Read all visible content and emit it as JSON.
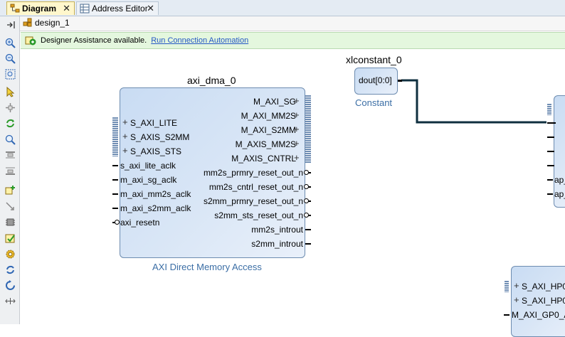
{
  "tabs": [
    {
      "label": "Diagram"
    },
    {
      "label": "Address Editor"
    }
  ],
  "breadcrumb": "design_1",
  "assist": {
    "message": "Designer Assistance available.",
    "link": "Run Connection Automation"
  },
  "dma": {
    "instance": "axi_dma_0",
    "type": "AXI Direct Memory Access",
    "left_ports": [
      "S_AXI_LITE",
      "S_AXIS_S2MM",
      "S_AXIS_STS",
      "s_axi_lite_aclk",
      "m_axi_sg_aclk",
      "m_axi_mm2s_aclk",
      "m_axi_s2mm_aclk",
      "axi_resetn"
    ],
    "right_ports": [
      "M_AXI_SG",
      "M_AXI_MM2S",
      "M_AXI_S2MM",
      "M_AXIS_MM2S",
      "M_AXIS_CNTRL",
      "mm2s_prmry_reset_out_n",
      "mm2s_cntrl_reset_out_n",
      "s2mm_prmry_reset_out_n",
      "s2mm_sts_reset_out_n",
      "mm2s_introut",
      "s2mm_introut"
    ]
  },
  "constant": {
    "instance": "xlconstant_0",
    "type": "Constant",
    "port": "dout[0:0]"
  },
  "block_right_top": {
    "ports": [
      "ap_",
      "ap_"
    ]
  },
  "block_right_bottom": {
    "ports": [
      "S_AXI_HP0",
      "S_AXI_HP0",
      "M_AXI_GP0_A"
    ]
  }
}
